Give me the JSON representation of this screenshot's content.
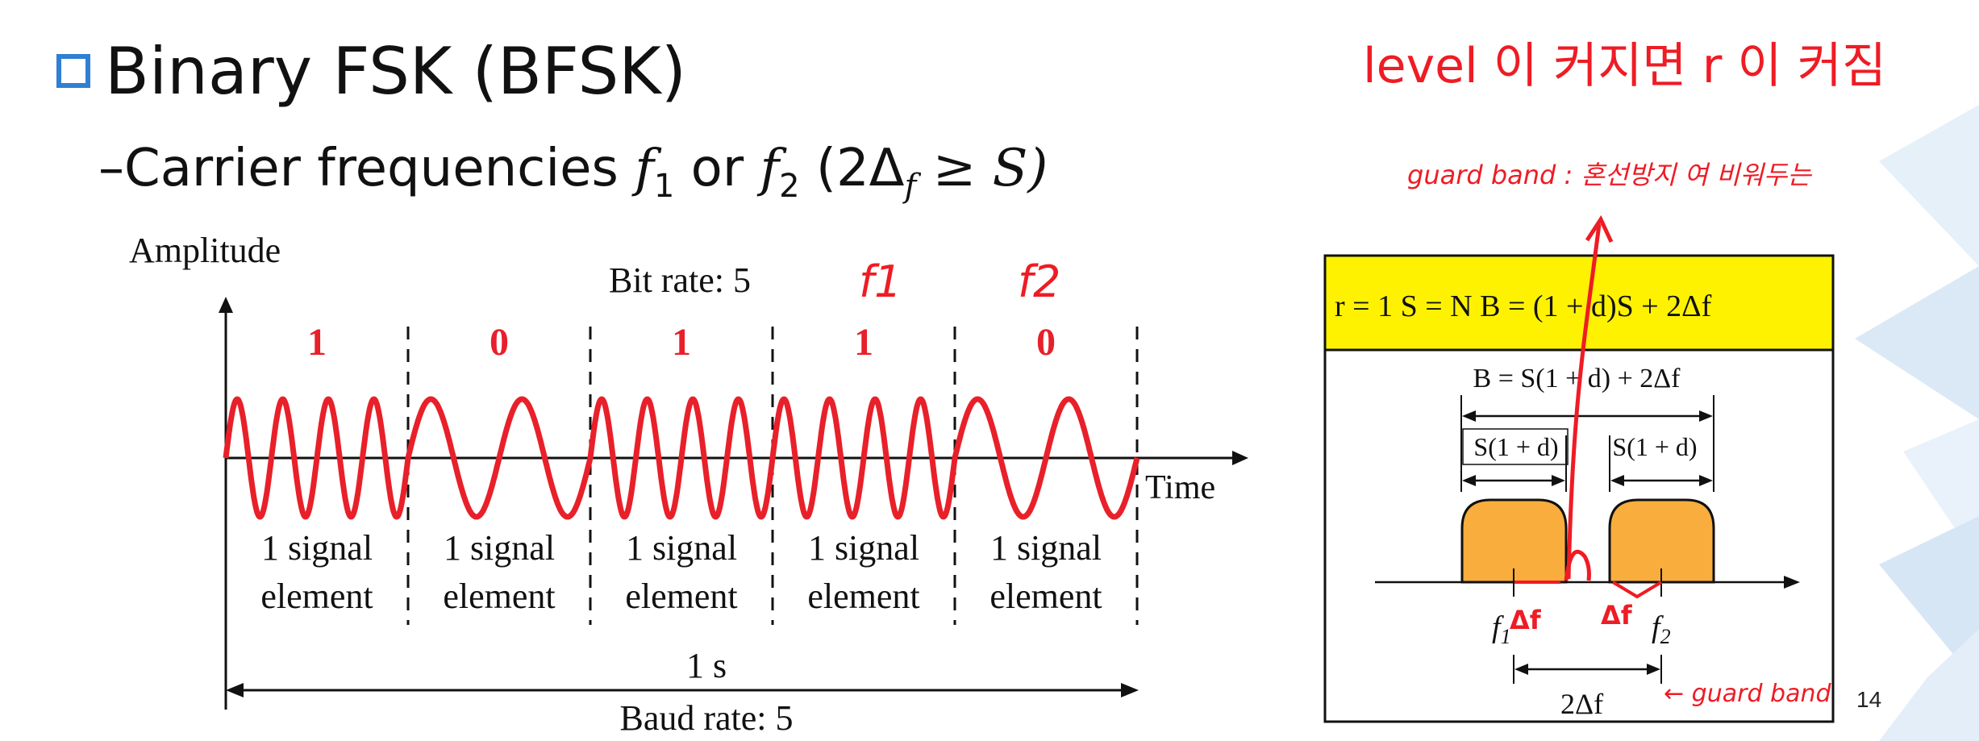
{
  "slide": {
    "title": "Binary FSK (BFSK)",
    "subtitle_prefix": "–Carrier frequencies ",
    "subtitle_f": "f",
    "subtitle_sub1": "1",
    "subtitle_or": " or ",
    "subtitle_sub2": "2",
    "subtitle_cond": " (2Δ",
    "subtitle_cond_sub": "f",
    "subtitle_cond_end": "  ≥ S)",
    "page_number": "14"
  },
  "waveform": {
    "y_axis_label": "Amplitude",
    "x_axis_label": "Time",
    "bit_rate": "Bit rate: 5",
    "baud_rate": "Baud rate: 5",
    "duration": "1 s",
    "bits": [
      "1",
      "0",
      "1",
      "1",
      "0"
    ],
    "cycles_per_bit": [
      4,
      2,
      4,
      4,
      2
    ],
    "signal_line1": "1 signal",
    "signal_line2": "element"
  },
  "bandwidth_box": {
    "header": "r = 1   S = N  B = (1 + d)S + 2Δf",
    "total_label": "B = S(1 + d) + 2Δf",
    "band1_label": "S(1 + d)",
    "band2_label": "S(1 +  d)",
    "f1_label": "f",
    "f1_sub": "1",
    "f2_label": "f",
    "f2_sub": "2",
    "spacing_label": "2Δf"
  },
  "annotations": {
    "note_f1": "f1",
    "note_f2": "f2",
    "note_top": "level 이 커지면 r 이 커짐",
    "note_guard": "guard band : 혼선방지 여 비워두는",
    "note_df1": "Δf",
    "note_df2": "Δf",
    "note_guard_band": "← guard band"
  },
  "colors": {
    "signal": "#e8202a",
    "bullet": "#2f7fd3",
    "header_bg": "#fff200",
    "band_fill": "#f9ad3c",
    "ink_red": "#ee1c24"
  }
}
